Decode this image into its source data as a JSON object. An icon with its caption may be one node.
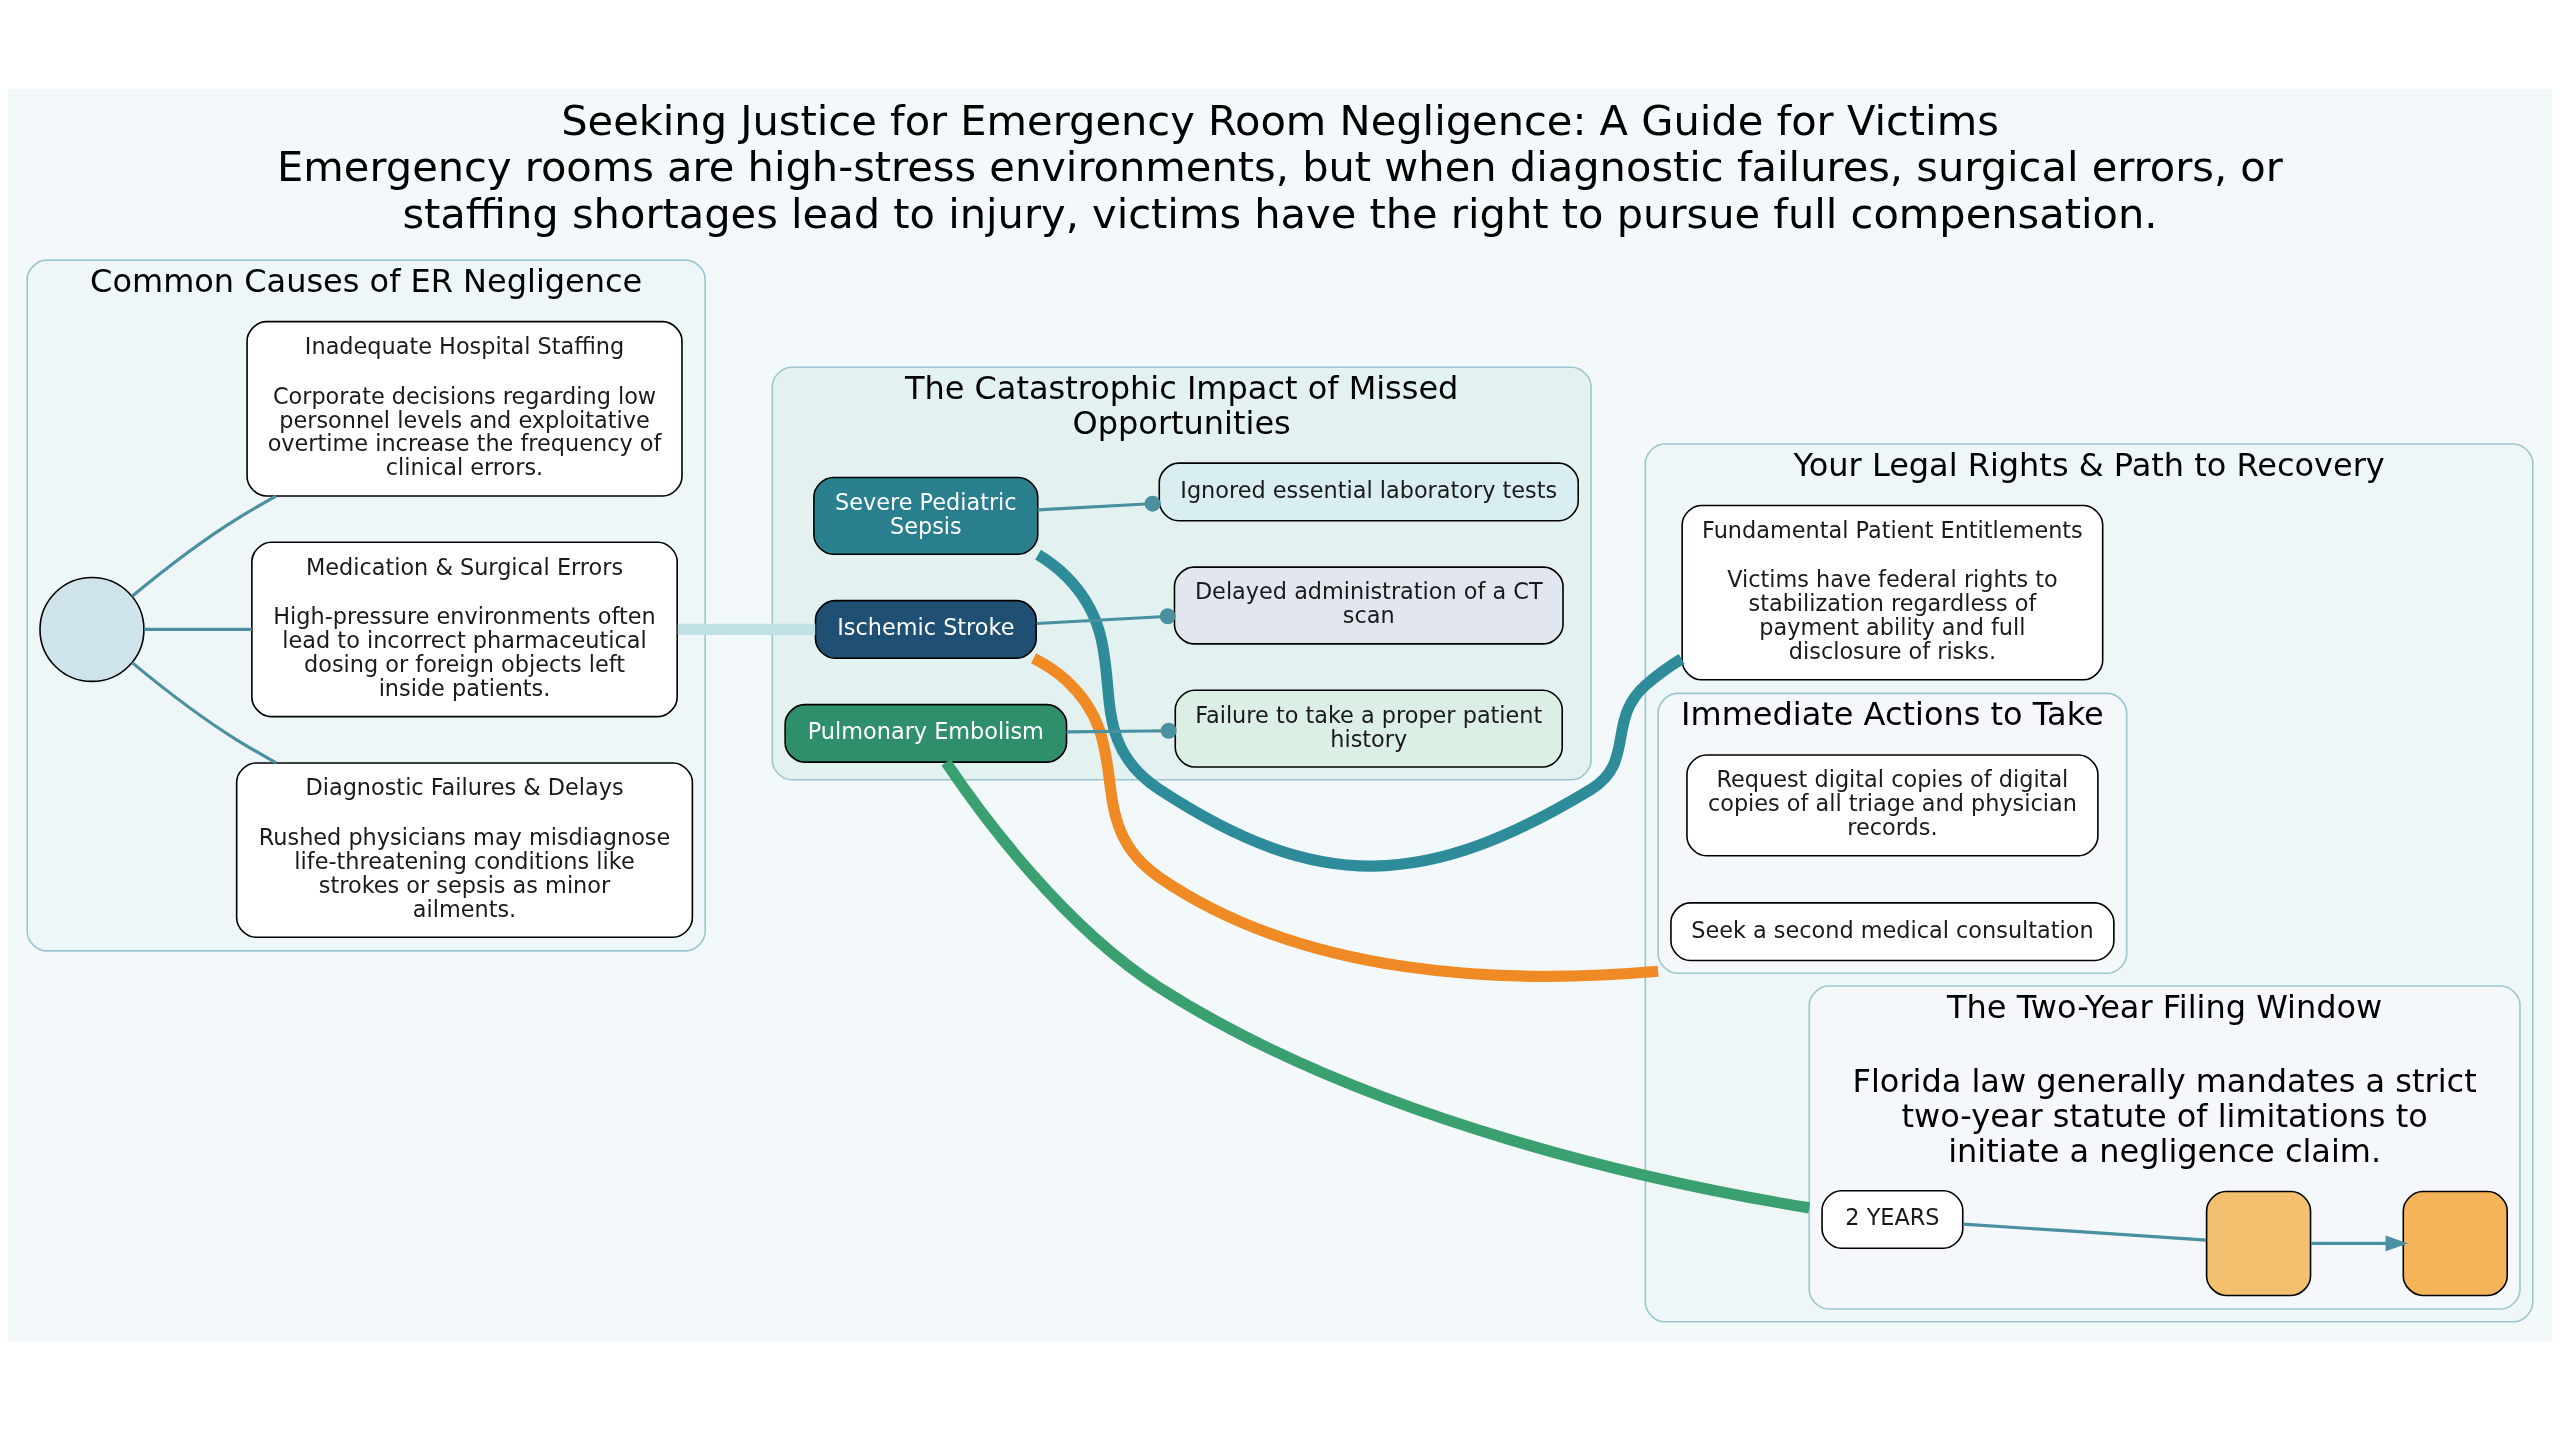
{
  "diagram": {
    "title": "Seeking Justice for Emergency Room Negligence: A Guide for Victims",
    "caption": "Emergency rooms are high-stress environments, but when diagnostic failures, surgical errors, or staffing shortages lead to injury, victims have the right to pursue full compensation.",
    "nodes": [
      {
        "text": [
          "Common Causes of ER Negligence"
        ]
      },
      {
        "text": [],
        "shape": "circle",
        "in": 0
      },
      {
        "text": [
          "Diagnostic Failures & Delays",
          "Rushed physicians may misdiagnose life-threatening conditions like strokes or sepsis as minor ailments."
        ],
        "in": 0
      },
      {
        "text": [
          "Medication & Surgical Errors",
          "High-pressure environments often lead to incorrect pharmaceutical dosing or foreign objects left inside patients."
        ],
        "in": 0
      },
      {
        "text": [
          "Inadequate Hospital Staffing",
          "Corporate decisions regarding low personnel levels and exploitative overtime increase the frequency of clinical errors."
        ],
        "in": 0
      },
      {
        "text": [
          "The Catastrophic Impact of Missed Opportunities"
        ]
      },
      {
        "text": [
          "Severe Pediatric Sepsis"
        ],
        "in": 5
      },
      {
        "text": [
          "Ignored essential laboratory tests"
        ],
        "in": 5
      },
      {
        "text": [
          "Ischemic Stroke"
        ],
        "in": 5
      },
      {
        "text": [
          "Delayed administration of a CT scan"
        ],
        "in": 5
      },
      {
        "text": [
          "Pulmonary Embolism"
        ],
        "in": 5
      },
      {
        "text": [
          "Failure to take a proper patient history"
        ],
        "in": 5
      },
      {
        "text": [
          "Your Legal Rights & Path to Recovery"
        ]
      },
      {
        "text": [
          "Fundamental Patient Entitlements",
          "Victims have federal rights to stabilization regardless of payment ability and full disclosure of risks."
        ],
        "in": 12
      },
      {
        "text": [
          "Immediate Actions to Take"
        ],
        "in": 12
      },
      {
        "text": [
          "Seek a second medical consultation"
        ],
        "in": 14
      },
      {
        "text": [
          "Request digital copies of digital copies of all triage and physician records."
        ],
        "in": 14
      },
      {
        "text": [
          "The Two-Year Filing Window",
          "Florida law generally mandates a strict two-year statute of limitations to initiate a negligence claim."
        ],
        "in": 12
      },
      {
        "text": [
          "2 YEARS"
        ],
        "in": 17
      },
      {
        "text": [],
        "shape": "box",
        "in": 17
      },
      {
        "text": [],
        "shape": "box",
        "in": 17
      }
    ],
    "edges": [
      {
        "from": 1,
        "to": 2,
        "arrow": "none"
      },
      {
        "from": 1,
        "to": 3,
        "arrow": "none"
      },
      {
        "from": 1,
        "to": 4,
        "arrow": "none"
      },
      {
        "from": 3,
        "to": 8,
        "arrow": "none",
        "style": "thick",
        "color": "#bfe0e4"
      },
      {
        "from": 6,
        "to": 7,
        "arrow": "other"
      },
      {
        "from": 8,
        "to": 9,
        "arrow": "other"
      },
      {
        "from": 10,
        "to": 11,
        "arrow": "other"
      },
      {
        "from": 6,
        "to": 13,
        "arrow": "none",
        "style": "thick",
        "color": "#2e8b9a"
      },
      {
        "from": 8,
        "to": 14,
        "arrow": "none",
        "style": "thick",
        "color": "#f08a24"
      },
      {
        "from": 10,
        "to": 17,
        "arrow": "none",
        "style": "thick",
        "color": "#3aa070"
      },
      {
        "from": 18,
        "to": 19,
        "arrow": "none"
      },
      {
        "from": 19,
        "to": 20,
        "arrow": "to"
      }
    ]
  }
}
